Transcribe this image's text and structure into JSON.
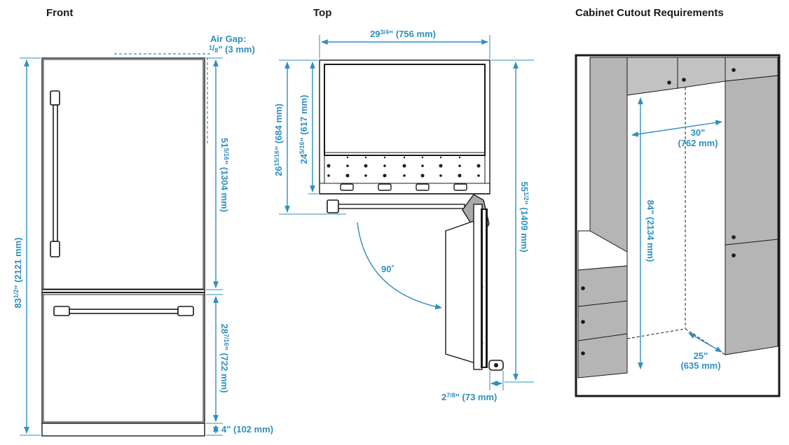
{
  "titles": {
    "front": "Front",
    "top": "Top",
    "cabinet": "Cabinet Cutout Requirements"
  },
  "front": {
    "air_gap_label": "Air Gap:",
    "air_gap_num": "1",
    "air_gap_den": "8",
    "air_gap_rest": "\" (3 mm)",
    "height_total_main": "83",
    "height_total_frac": "1/2",
    "height_total_rest": "\" (2121 mm)",
    "height_upper_main": "51",
    "height_upper_frac": "5/16",
    "height_upper_rest": "\" (1304 mm)",
    "height_lower_main": "28",
    "height_lower_frac": "7/16",
    "height_lower_rest": "\" (722 mm)",
    "toe_kick": "4\" (102 mm)"
  },
  "top": {
    "width_main": "29",
    "width_frac": "3/4",
    "width_rest": "\" (756 mm)",
    "depth_total_main": "26",
    "depth_total_frac": "15/16",
    "depth_total_rest": "\" (684 mm)",
    "depth_body_main": "24",
    "depth_body_frac": "5/16",
    "depth_body_rest": "\" (617 mm)",
    "door_open_main": "55",
    "door_open_frac": "1/2",
    "door_open_rest": "\" (1409 mm)",
    "angle": "90˚",
    "clearance_main": "2",
    "clearance_frac": "7/8",
    "clearance_rest": "\" (73 mm)"
  },
  "cabinet": {
    "width_a": "30\"",
    "width_b": "(762 mm)",
    "height_a": "84\"",
    "height_b": "(2134 mm)",
    "depth_a": "25\"",
    "depth_b": "(635 mm)"
  }
}
